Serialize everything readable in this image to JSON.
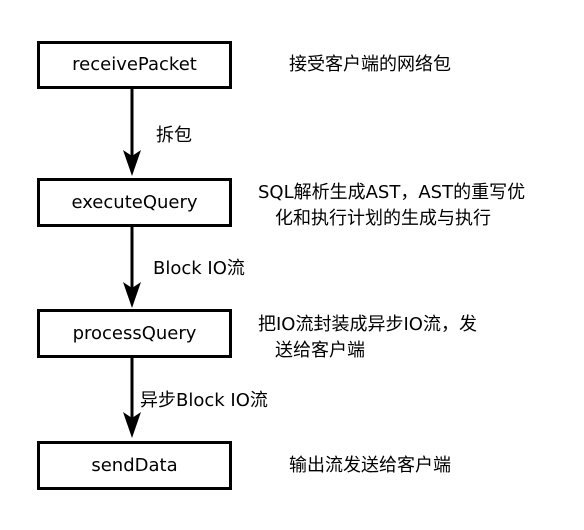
{
  "nodes": [
    {
      "id": "receive",
      "label": "receivePacket",
      "description": [
        "接受客户端的网络包"
      ]
    },
    {
      "id": "execute",
      "label": "executeQuery",
      "description": [
        "SQL解析生成AST，AST的重写优",
        "化和执行计划的生成与执行"
      ]
    },
    {
      "id": "process",
      "label": "processQuery",
      "description": [
        "把IO流封装成异步IO流，发",
        "送给客户端"
      ]
    },
    {
      "id": "send",
      "label": "sendData",
      "description": [
        "输出流发送给客户端"
      ]
    }
  ],
  "edges": [
    {
      "from": "receive",
      "to": "execute",
      "label": "拆包"
    },
    {
      "from": "execute",
      "to": "process",
      "label": "Block IO流"
    },
    {
      "from": "process",
      "to": "send",
      "label": "异步Block IO流"
    }
  ],
  "colors": {
    "stroke": "#000000",
    "background": "#ffffff",
    "text": "#000000"
  }
}
